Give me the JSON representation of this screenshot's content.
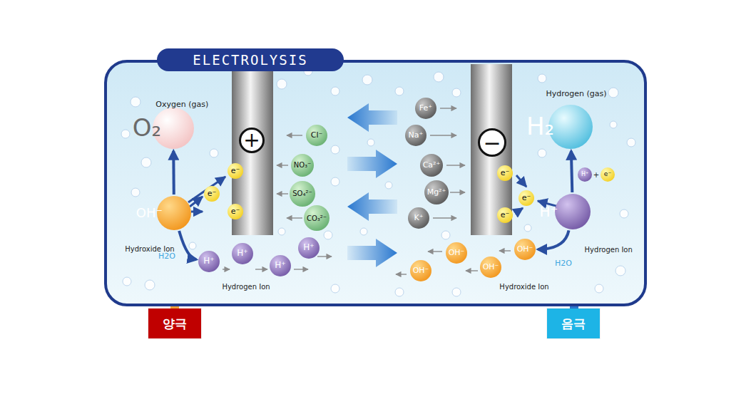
{
  "diagram": {
    "title": "ELECTROLYSIS",
    "nodes": [
      {
        "text": [
          "O₂",
          "Oxygen (gas)"
        ]
      },
      {
        "text": [
          "+"
        ]
      },
      {
        "text": [
          "Cl⁻"
        ]
      },
      {
        "text": [
          "NO₃⁻"
        ]
      },
      {
        "text": [
          "SO₄²⁻"
        ]
      },
      {
        "text": [
          "CO₃²⁻"
        ]
      },
      {
        "text": [
          "Fe⁺"
        ]
      },
      {
        "text": [
          "Na⁺"
        ]
      },
      {
        "text": [
          "Ca²⁺"
        ]
      },
      {
        "text": [
          "Mg²⁺"
        ]
      },
      {
        "text": [
          "K⁺"
        ]
      },
      {
        "text": [
          "−"
        ]
      },
      {
        "text": [
          "H₂",
          "Hydrogen (gas)"
        ]
      },
      {
        "text": [
          "e⁻"
        ]
      },
      {
        "text": [
          "e⁻"
        ]
      },
      {
        "text": [
          "e⁻"
        ]
      },
      {
        "text": [
          "OH⁻",
          "Hydroxide Ion"
        ]
      },
      {
        "text": [
          "H⁺"
        ]
      },
      {
        "text": [
          "H⁺"
        ]
      },
      {
        "text": [
          "H⁺"
        ]
      },
      {
        "text": [
          "H⁺"
        ]
      },
      {
        "text": [
          "e⁻"
        ]
      },
      {
        "text": [
          "e⁻"
        ]
      },
      {
        "text": [
          "e⁻"
        ]
      },
      {
        "text": [
          "H⁺",
          "Hydrogen Ion"
        ]
      },
      {
        "text": [
          "H⁺"
        ]
      },
      {
        "text": [
          "e⁻"
        ]
      },
      {
        "text": [
          "OH⁻"
        ]
      },
      {
        "text": [
          "OH⁻"
        ]
      },
      {
        "text": [
          "OH⁻"
        ]
      },
      {
        "text": [
          "OH⁻"
        ]
      },
      {
        "text": [
          "양극"
        ]
      },
      {
        "text": [
          "음극"
        ]
      }
    ],
    "edges": [
      {
        "from": 16,
        "to": 0,
        "arrow": "to"
      },
      {
        "from": 24,
        "to": 12,
        "arrow": "to"
      },
      {
        "from": 16,
        "to": 17,
        "arrow": "to"
      },
      {
        "from": 24,
        "to": 27,
        "arrow": "to"
      }
    ],
    "labels": [
      "H2O",
      "Hydrogen Ion",
      "H2O",
      "Hydroxide Ion",
      "+"
    ]
  }
}
